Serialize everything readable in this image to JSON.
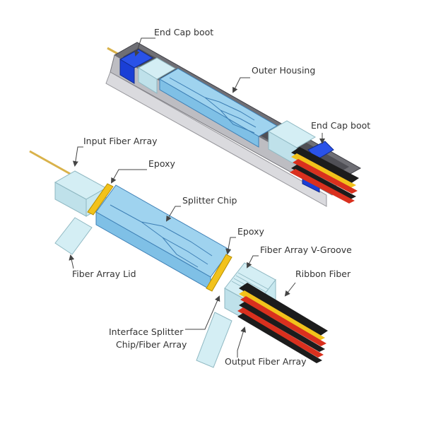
{
  "labels": {
    "end_cap_boot_top": "End Cap boot",
    "outer_housing": "Outer Housing",
    "end_cap_boot_right": "End Cap boot",
    "input_fiber_array": "Input Fiber Array",
    "epoxy_left": "Epoxy",
    "splitter_chip": "Splitter Chip",
    "epoxy_right": "Epoxy",
    "fiber_array_v_groove": "Fiber Array V-Groove",
    "ribbon_fiber": "Ribbon Fiber",
    "fiber_array_lid": "Fiber Array Lid",
    "interface_line1": "Interface Splitter",
    "interface_line2": "Chip/Fiber Array",
    "output_fiber_array": "Output Fiber Array"
  },
  "colors": {
    "housing_top": "#7a7a80",
    "housing_side": "#c9c9cd",
    "housing_dark": "#4d4d52",
    "boot_blue": "#1a3fd6",
    "chip_blue": "#9fd3ef",
    "chip_edge": "#3d7fb5",
    "glass": "#d4eef4",
    "glass_edge": "#8fb8c2",
    "epoxy": "#f2c21b",
    "fiber_gold": "#d9b24a",
    "ribbon_black": "#1c1c1c",
    "ribbon_red": "#d9301e",
    "ribbon_yellow": "#f2c21b",
    "ribbon_gray": "#8a8a8a"
  },
  "icons": [
    "arrow-icon"
  ]
}
